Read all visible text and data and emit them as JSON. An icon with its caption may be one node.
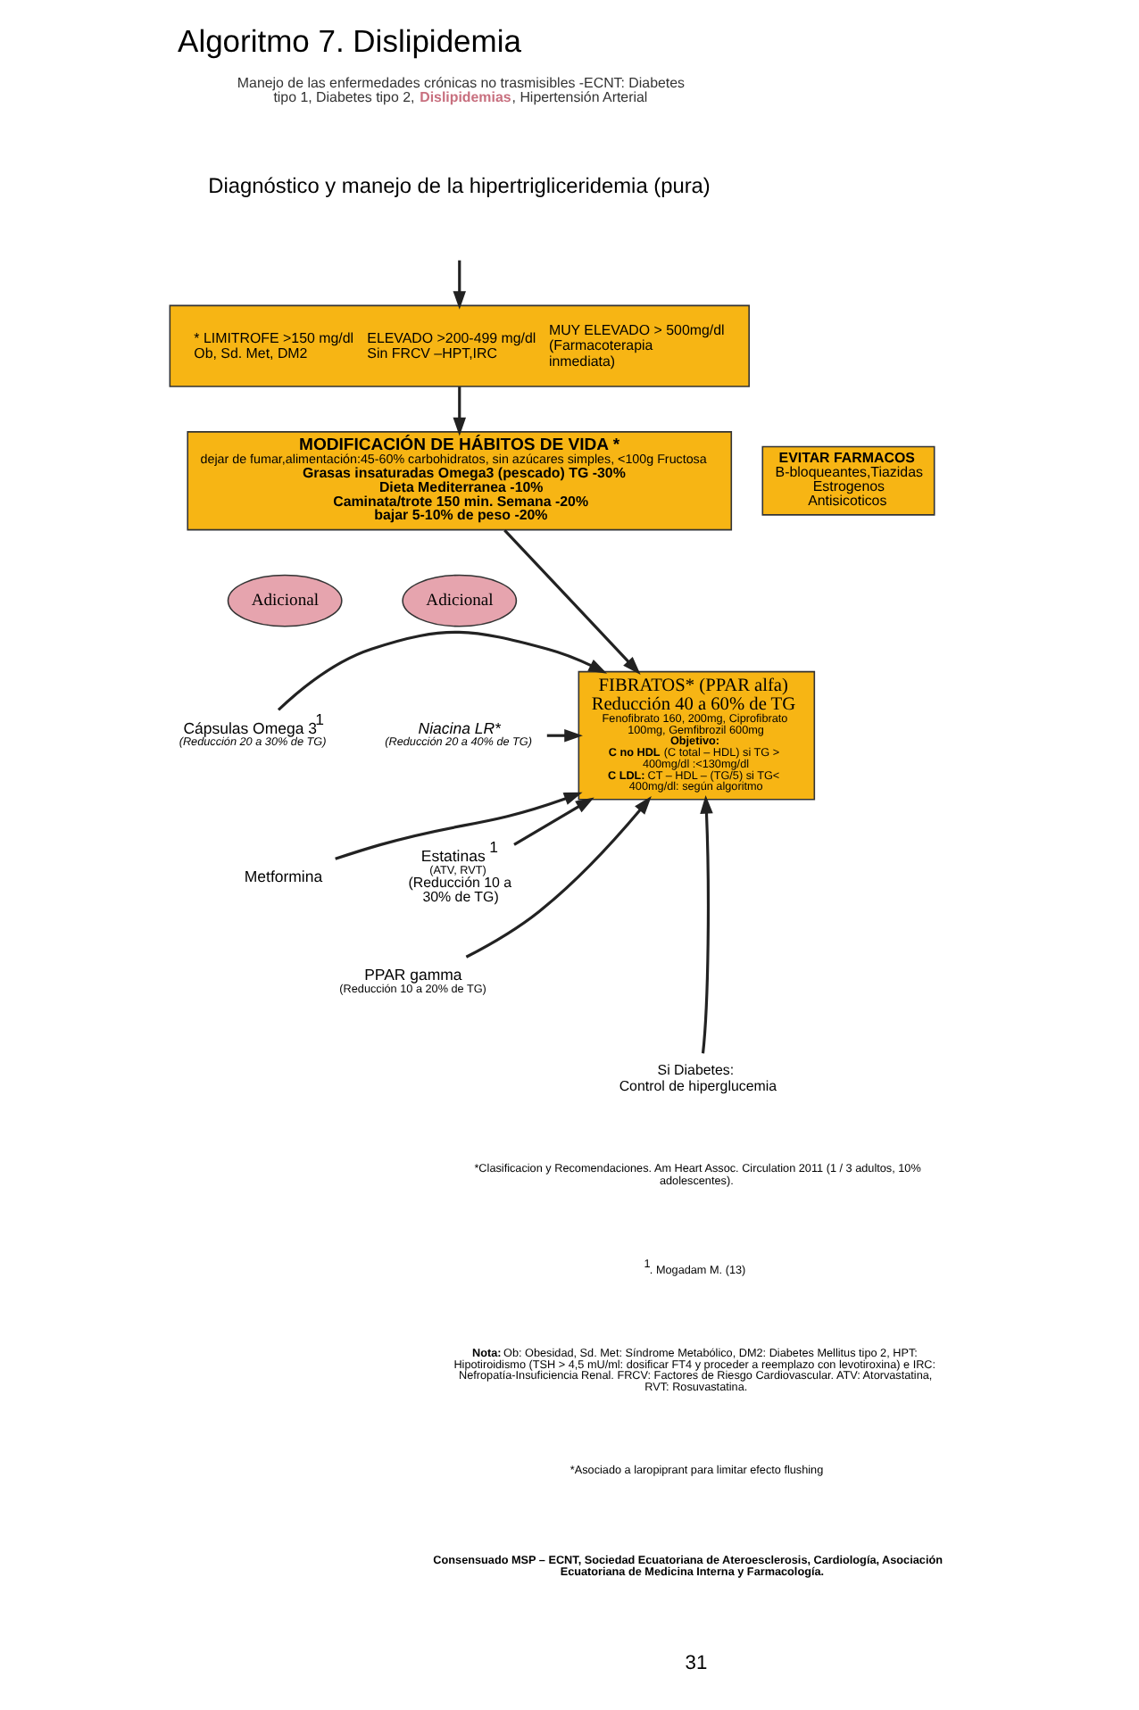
{
  "diagram": {
    "title": "Algoritmo 7. Dislipidemia",
    "nodes": [
      {
        "text": [
          "* LIMITROFE >150 mg/dl Ob, Sd. Met, DM2",
          "ELEVADO >200-499 mg/dl Sin FRCV –HPT,IRC",
          "MUY ELEVADO > 500mg/dl (Farmacoterapia inmediata)"
        ]
      },
      {
        "text": [
          "MODIFICACIÓN DE HÁBITOS DE VIDA *",
          "dejar de fumar,alimentación:45-60% carbohidratos, sin azúcares simples, <100g Fructosa",
          "Grasas insaturadas Omega3 (pescado) TG -30%",
          "Dieta Mediterranea -10%",
          "Caminata/trote 150 min. Semana -20%",
          "bajar 5-10% de peso -20%"
        ]
      },
      {
        "text": [
          "EVITAR FARMACOS",
          "B-bloqueantes,Tiazidas",
          "Estrogenos",
          "Antisicoticos"
        ]
      },
      {
        "text": [
          "Adicional"
        ]
      },
      {
        "text": [
          "Adicional"
        ]
      },
      {
        "text": [
          "FIBRATOS* (PPAR alfa)",
          "Reducción 40 a 60% de TG",
          "Fenofibrato 160, 200mg, Ciprofibrato 100mg, Gemfibrozil 600mg",
          "Objetivo:",
          "**C no HDL** (C total – HDL) si TG > 400mg/dl :<130mg/dl",
          "**C LDL:** CT – HDL – (TG/5) si TG< 400mg/dl: según algoritmo"
        ]
      },
      {
        "text": [
          "Cápsulas Omega 3$^{1}$",
          "(Reducción 20 a 30% de TG)"
        ]
      },
      {
        "text": [
          "Metformina"
        ]
      },
      {
        "text": [
          "PPAR gamma",
          "(Reducción 10 a 20% de TG)"
        ]
      },
      {
        "text": [
          "Niacina LR*",
          "(Reducción 20 a 40% de TG)"
        ]
      },
      {
        "text": [
          "Estatinas $^{1}$",
          "(ATV, RVT)",
          "(Reducción 10 a 30% de TG)"
        ]
      },
      {
        "text": [
          "Si Diabetes:",
          "Control de hiperglucemia"
        ]
      }
    ],
    "edges": [
      {
        "from": null,
        "to": 0,
        "arrow": "to"
      },
      {
        "from": 0,
        "to": 1,
        "arrow": "to"
      },
      {
        "from": 1,
        "to": 5,
        "arrow": "to"
      },
      {
        "from": 6,
        "to": 5,
        "arrow": "to"
      },
      {
        "from": 7,
        "to": 5,
        "arrow": "to"
      },
      {
        "from": 8,
        "to": 5,
        "arrow": "to"
      },
      {
        "from": 9,
        "to": 5,
        "arrow": "to"
      },
      {
        "from": 10,
        "to": 5,
        "arrow": "to"
      },
      {
        "from": 11,
        "to": 5,
        "arrow": "to"
      }
    ],
    "labels": [
      "Manejo de las enfermedades crónicas no trasmisibles -ECNT: Diabetes tipo 1, Diabetes tipo 2, **Dislipidemias**, Hipertensión Arterial",
      "Diagnóstico y manejo de la hipertrigliceridemia (pura)",
      "*Clasificacion y Recomendaciones. Am Heart Assoc. Circulation 2011 (1 / 3 adultos, 10% adolescentes).",
      "$^{1}$. Mogadam M. (13)",
      "**Nota:** Ob: Obesidad, Sd. Met: Síndrome Metabólico, DM2: Diabetes Mellitus tipo 2, HPT: Hipotiroidismo (TSH > 4,5 mU/ml: dosificar FT4 y proceder a reemplazo con levotiroxina) e IRC: Nefropatía-Insuficiencia Renal. FRCV: Factores de Riesgo Cardiovascular. ATV: Atorvastatina, RVT: Rosuvastatina.",
      "*Asociado a laropiprant para limitar efecto flushing",
      "**Consensuado MSP – ECNT, Sociedad Ecuatoriana de Ateroesclerosis, Cardiología, Asociación Ecuatoriana de Medicina Interna y Farmacología.**",
      "31"
    ]
  }
}
